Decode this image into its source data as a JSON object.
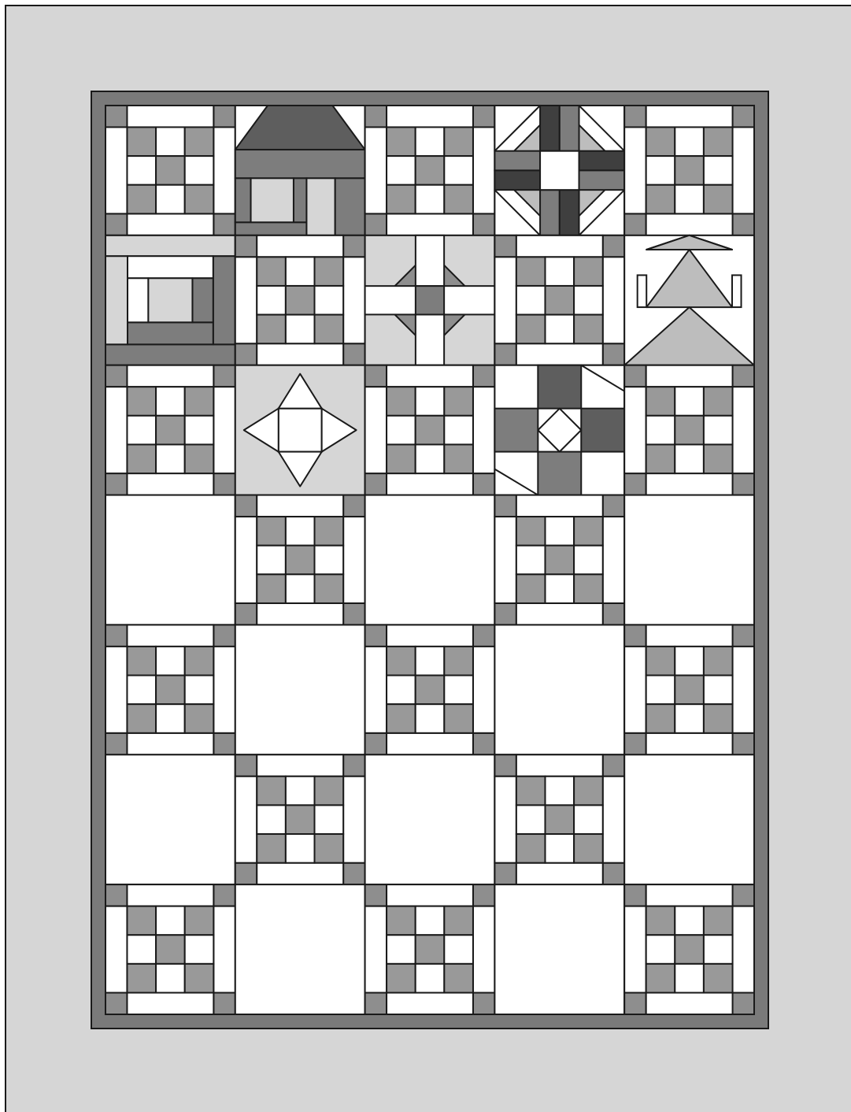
{
  "title": "",
  "colors": {
    "background": "#ffffff",
    "outer_border": "#d6d6d6",
    "inner_border": "#7a7a7a",
    "cornerstone": "#8e8e8e",
    "checker": "#999999",
    "light": "#d6d6d6",
    "medium": "#7d7d7d",
    "dark": "#5e5e5e",
    "very_dark": "#3f3f3f",
    "pale": "#bdbdbd",
    "outline": "#1a1a1a"
  },
  "grid": {
    "rows": 7,
    "cols": 5,
    "blocks": [
      [
        "nine-patch",
        "house",
        "nine-patch",
        "ohio-star-dark",
        "nine-patch"
      ],
      [
        "log-cabin",
        "nine-patch",
        "cross-snowball",
        "nine-patch",
        "tree"
      ],
      [
        "nine-patch",
        "eight-point-star",
        "nine-patch",
        "bowtie",
        "nine-patch"
      ],
      [
        "plain",
        "nine-patch",
        "plain",
        "nine-patch",
        "plain"
      ],
      [
        "nine-patch",
        "plain",
        "nine-patch",
        "plain",
        "nine-patch"
      ],
      [
        "plain",
        "nine-patch",
        "plain",
        "nine-patch",
        "plain"
      ],
      [
        "nine-patch",
        "plain",
        "nine-patch",
        "plain",
        "nine-patch"
      ]
    ]
  }
}
